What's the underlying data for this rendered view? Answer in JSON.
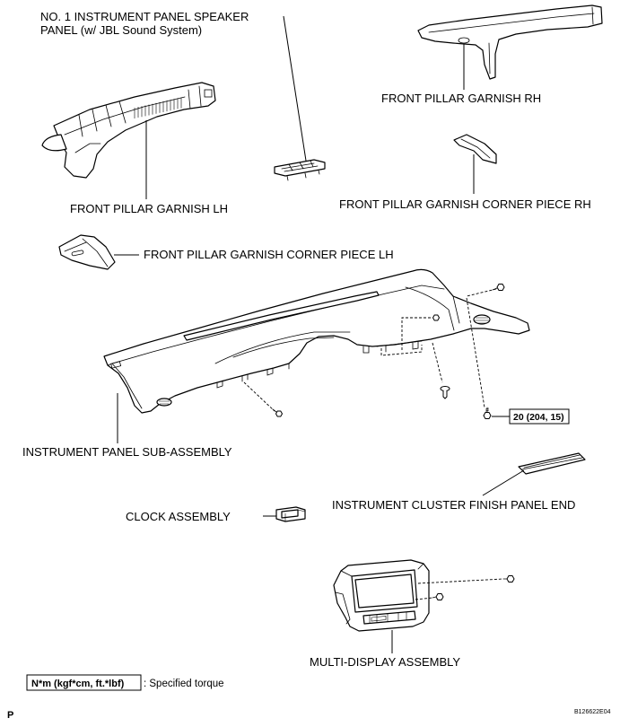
{
  "parts": {
    "speaker_panel": {
      "label_line1": "NO. 1 INSTRUMENT PANEL SPEAKER",
      "label_line2": "PANEL (w/ JBL Sound System)"
    },
    "front_pillar_garnish_rh": {
      "label": "FRONT PILLAR GARNISH RH"
    },
    "front_pillar_garnish_lh": {
      "label": "FRONT PILLAR GARNISH LH"
    },
    "corner_piece_rh": {
      "label": "FRONT PILLAR GARNISH CORNER PIECE RH"
    },
    "corner_piece_lh": {
      "label": "FRONT PILLAR GARNISH CORNER PIECE LH"
    },
    "instrument_panel": {
      "label": "INSTRUMENT PANEL SUB-ASSEMBLY"
    },
    "cluster_finish_panel_end": {
      "label": "INSTRUMENT CLUSTER FINISH PANEL END"
    },
    "clock": {
      "label": "CLOCK ASSEMBLY"
    },
    "multi_display": {
      "label": "MULTI-DISPLAY ASSEMBLY"
    }
  },
  "torque_spec": {
    "value": "20 (204, 15)"
  },
  "legend": {
    "unit_box": "N*m (kgf*cm, ft.*lbf)",
    "description": ": Specified torque"
  },
  "figure": {
    "section_code": "P",
    "figure_id": "B126622E04"
  },
  "colors": {
    "ink": "#000000",
    "paper": "#ffffff"
  }
}
